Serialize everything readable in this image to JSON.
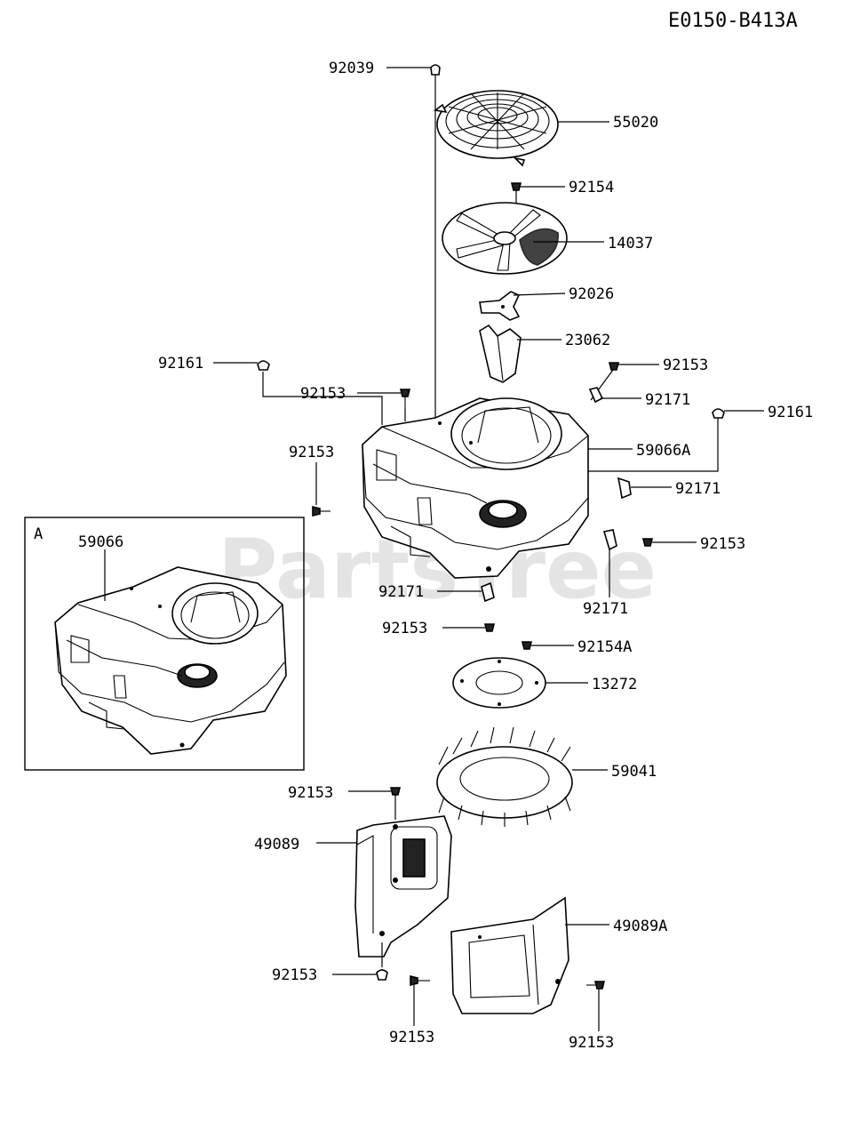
{
  "diagram": {
    "reference": "E0150-B413A",
    "watermark": "PartsTree",
    "inset_label": "A",
    "parts": [
      {
        "id": "p92039",
        "number": "92039"
      },
      {
        "id": "p55020",
        "number": "55020"
      },
      {
        "id": "p92154",
        "number": "92154"
      },
      {
        "id": "p14037",
        "number": "14037"
      },
      {
        "id": "p92026",
        "number": "92026"
      },
      {
        "id": "p23062",
        "number": "23062"
      },
      {
        "id": "p92161a",
        "number": "92161"
      },
      {
        "id": "p92153a",
        "number": "92153"
      },
      {
        "id": "p92153b",
        "number": "92153"
      },
      {
        "id": "p92171a",
        "number": "92171"
      },
      {
        "id": "p92161b",
        "number": "92161"
      },
      {
        "id": "p92153c",
        "number": "92153"
      },
      {
        "id": "p59066A",
        "number": "59066A"
      },
      {
        "id": "p92171b",
        "number": "92171"
      },
      {
        "id": "p59066",
        "number": "59066"
      },
      {
        "id": "p92153d",
        "number": "92153"
      },
      {
        "id": "p92171c",
        "number": "92171"
      },
      {
        "id": "p92171d",
        "number": "92171"
      },
      {
        "id": "p92153e",
        "number": "92153"
      },
      {
        "id": "p92154A",
        "number": "92154A"
      },
      {
        "id": "p13272",
        "number": "13272"
      },
      {
        "id": "p59041",
        "number": "59041"
      },
      {
        "id": "p92153f",
        "number": "92153"
      },
      {
        "id": "p49089",
        "number": "49089"
      },
      {
        "id": "p49089A",
        "number": "49089A"
      },
      {
        "id": "p92153g",
        "number": "92153"
      },
      {
        "id": "p92153h",
        "number": "92153"
      },
      {
        "id": "p92153i",
        "number": "92153"
      }
    ]
  }
}
